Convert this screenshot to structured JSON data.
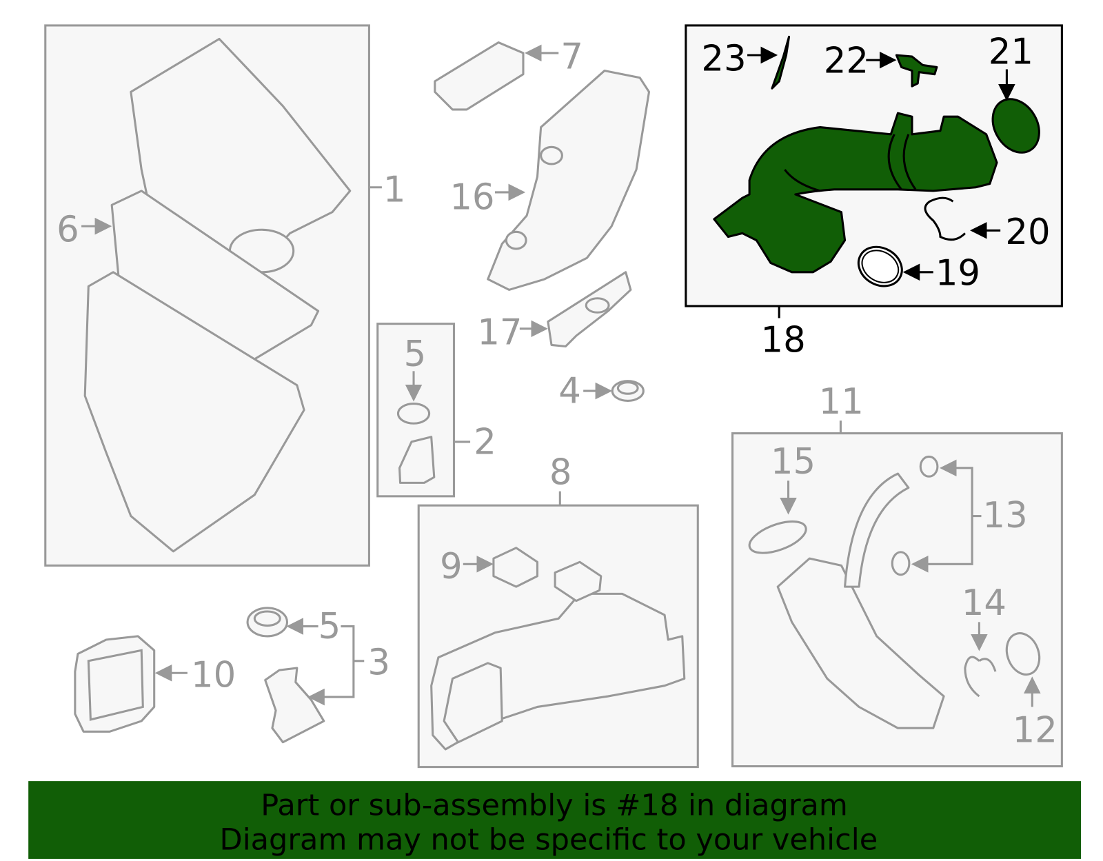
{
  "callouts": {
    "c1": "1",
    "c2": "2",
    "c3": "3",
    "c4": "4",
    "c5a": "5",
    "c5b": "5",
    "c6": "6",
    "c7": "7",
    "c8": "8",
    "c9": "9",
    "c10": "10",
    "c11": "11",
    "c12": "12",
    "c13": "13",
    "c14": "14",
    "c15": "15",
    "c16": "16",
    "c17": "17",
    "c18": "18",
    "c19": "19",
    "c20": "20",
    "c21": "21",
    "c22": "22",
    "c23": "23"
  },
  "banner": {
    "line1": "Part or sub-assembly is #18 in diagram",
    "line2": "Diagram may not be specific to your vehicle",
    "color": "#115e06"
  },
  "colors": {
    "highlight": "#115e06",
    "outline": "#999999",
    "panel": "#f7f7f7"
  }
}
